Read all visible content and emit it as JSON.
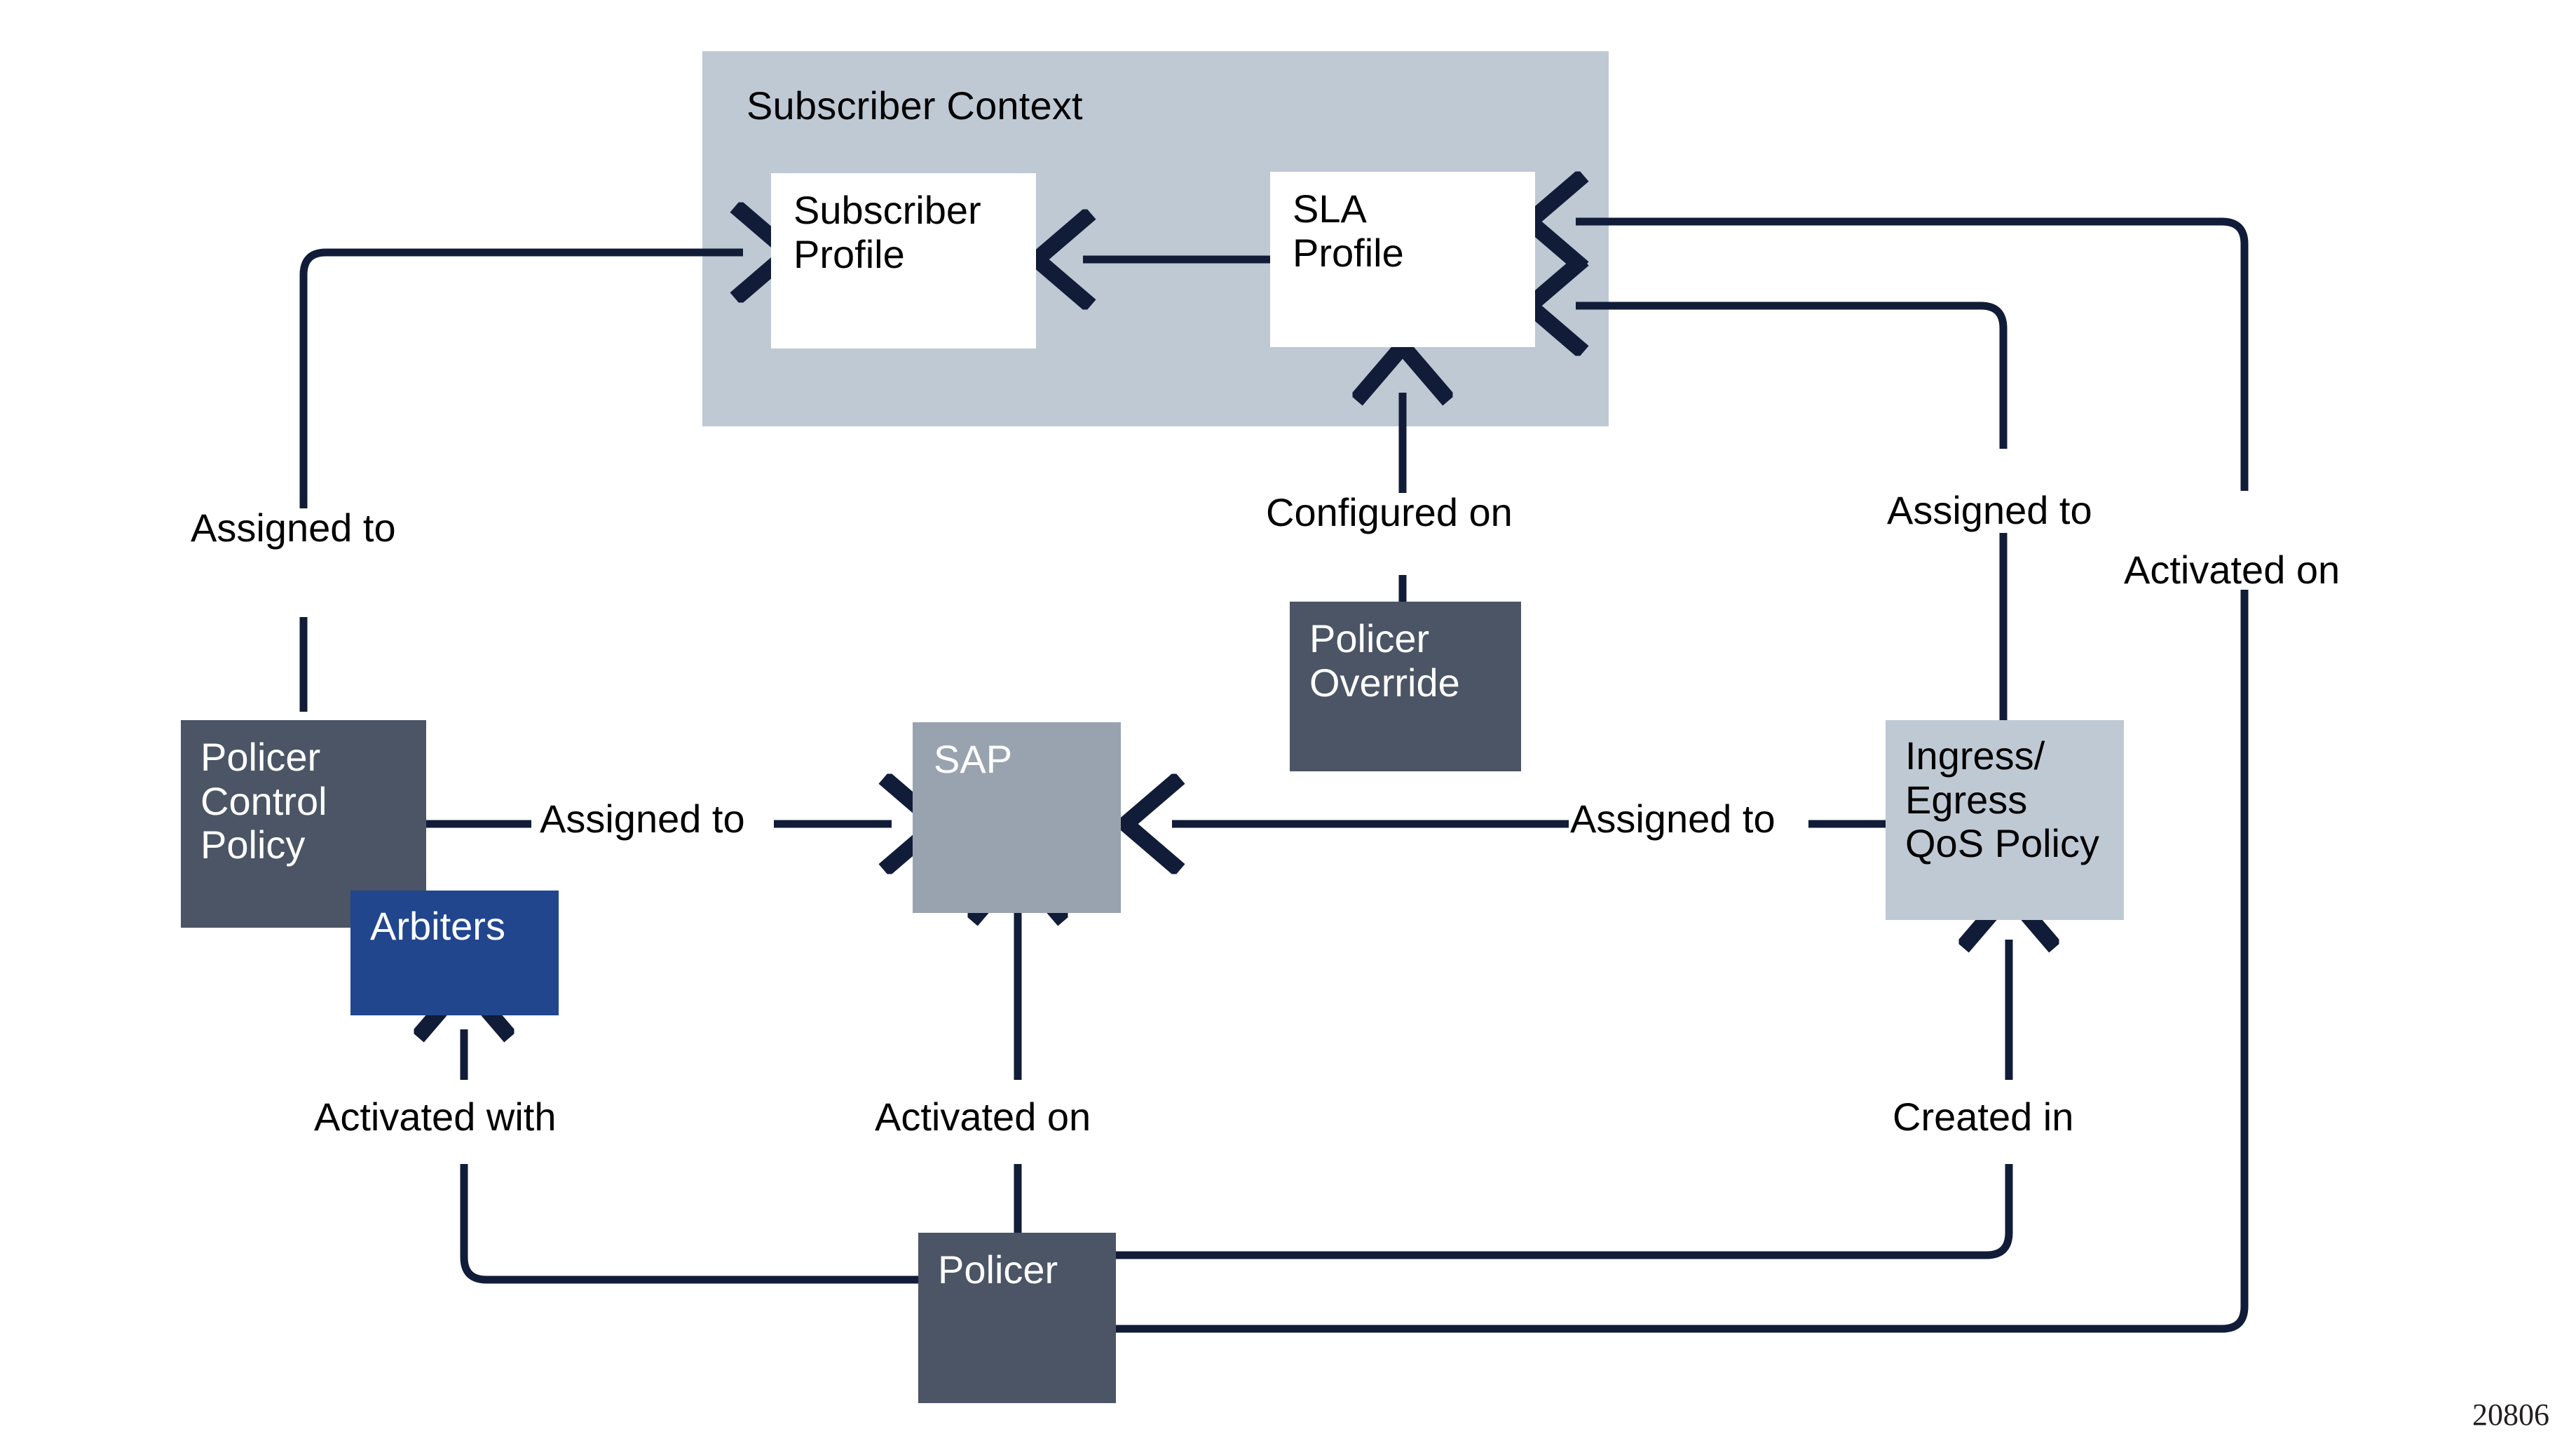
{
  "figure": {
    "number": "20806",
    "background_color": "#ffffff",
    "line_color": "#111c38"
  },
  "context_panel": {
    "title": "Subscriber Context",
    "fill": "#bfc9d4"
  },
  "nodes": {
    "subscriber_profile": {
      "label": "Subscriber\nProfile",
      "fill": "#ffffff",
      "text_color": "#000000"
    },
    "sla_profile": {
      "label": "SLA\nProfile",
      "fill": "#ffffff",
      "text_color": "#000000"
    },
    "policer_override": {
      "label": "Policer\nOverride",
      "fill": "#4b5565",
      "text_color": "#ffffff"
    },
    "policer_control_policy": {
      "label": "Policer\nControl\nPolicy",
      "fill": "#4b5565",
      "text_color": "#ffffff"
    },
    "arbiters": {
      "label": "Arbiters",
      "fill": "#21468d",
      "text_color": "#ffffff"
    },
    "sap": {
      "label": "SAP",
      "fill": "#99a3b0",
      "text_color": "#ffffff"
    },
    "qos_policy": {
      "label": "Ingress/\nEgress\nQoS Policy",
      "fill": "#bfc9d4",
      "text_color": "#000000"
    },
    "policer": {
      "label": "Policer",
      "fill": "#4b5565",
      "text_color": "#ffffff"
    }
  },
  "edges": {
    "pcp_to_subscriber_profile": {
      "label": "Assigned to"
    },
    "sla_to_subscriber_profile": {
      "label": ""
    },
    "override_to_sla": {
      "label": "Configured on"
    },
    "qos_to_sla": {
      "label": "Assigned to"
    },
    "policer_to_sla": {
      "label": "Activated on"
    },
    "pcp_to_sap": {
      "label": "Assigned to"
    },
    "qos_to_sap": {
      "label": "Assigned to"
    },
    "policer_to_arbiters": {
      "label": "Activated with"
    },
    "policer_to_sap": {
      "label": "Activated on"
    },
    "policer_to_qos": {
      "label": "Created in"
    }
  }
}
